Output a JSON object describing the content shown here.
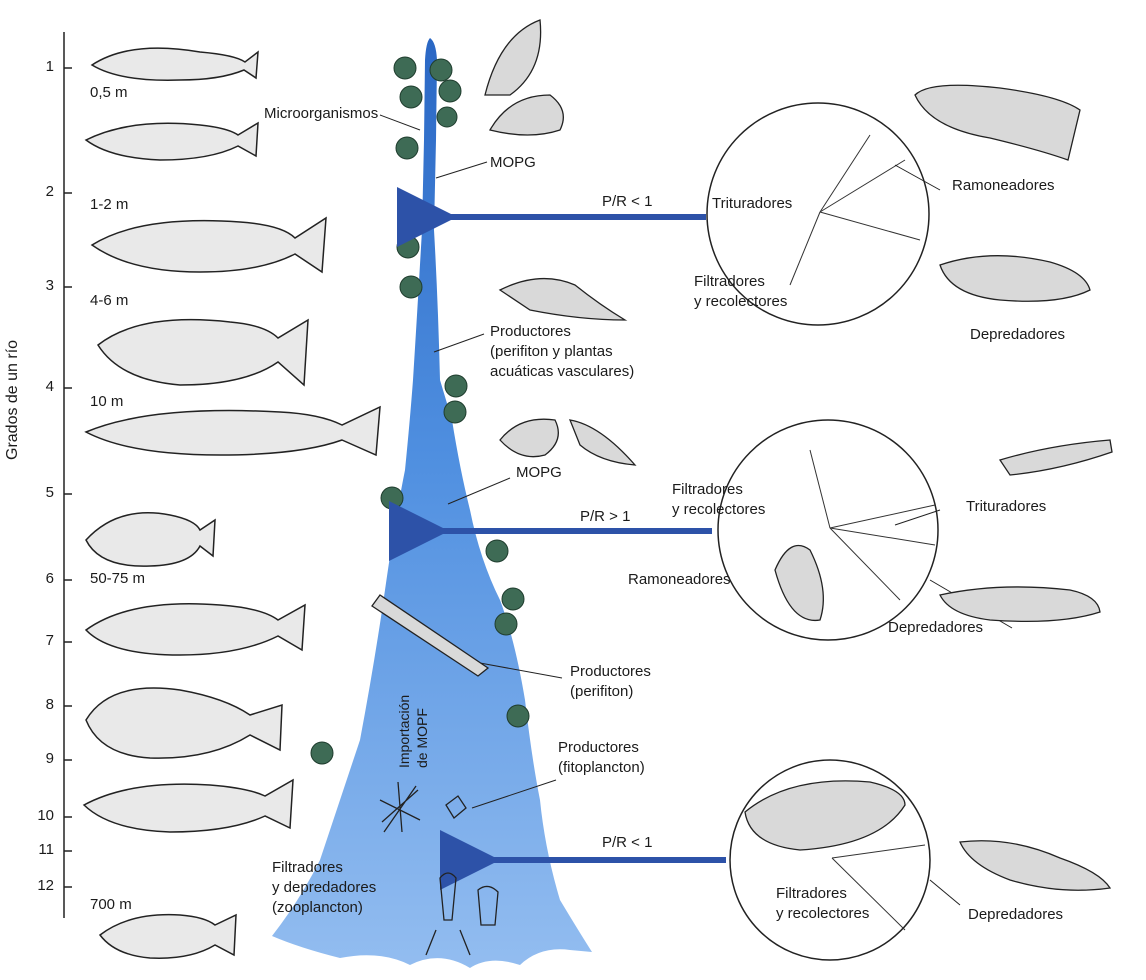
{
  "axis": {
    "title": "Grados de un río",
    "ticks": [
      "1",
      "2",
      "3",
      "4",
      "5",
      "6",
      "7",
      "8",
      "9",
      "10",
      "11",
      "12"
    ]
  },
  "fish_sizes": {
    "s1": "0,5 m",
    "s2": "1-2 m",
    "s3": "4-6 m",
    "s4": "10 m",
    "s5": "50-75 m",
    "s6": "700 m"
  },
  "river": {
    "microorganismos": "Microorganismos",
    "mopg_top": "MOPG",
    "productores_vasc_1": "Productores",
    "productores_vasc_2": "(perifiton y plantas",
    "productores_vasc_3": "acuáticas vasculares)",
    "mopg_mid": "MOPG",
    "productores_perif_1": "Productores",
    "productores_perif_2": "(perifiton)",
    "importacion_1": "Importación",
    "importacion_2": "de MOPF",
    "productores_fito_1": "Productores",
    "productores_fito_2": "(fitoplancton)",
    "filtradores_1": "Filtradores",
    "filtradores_2": "y depredadores",
    "filtradores_3": "(zooplancton)"
  },
  "circles": {
    "top": {
      "pr": "P/R < 1",
      "trituradores": "Trituradores",
      "filtradores_1": "Filtradores",
      "filtradores_2": "y recolectores",
      "ramoneadores": "Ramoneadores",
      "depredadores": "Depredadores"
    },
    "middle": {
      "pr": "P/R > 1",
      "filtradores_1": "Filtradores",
      "filtradores_2": "y recolectores",
      "trituradores": "Trituradores",
      "ramoneadores": "Ramoneadores",
      "depredadores": "Depredadores"
    },
    "bottom": {
      "pr": "P/R < 1",
      "filtradores_1": "Filtradores",
      "filtradores_2": "y recolectores",
      "depredadores": "Depredadores"
    }
  },
  "colors": {
    "river_top": "#2f6fc9",
    "river_bottom": "#8cb8ee",
    "arrow": "#2d52a8",
    "blob": "#3e6b55"
  }
}
